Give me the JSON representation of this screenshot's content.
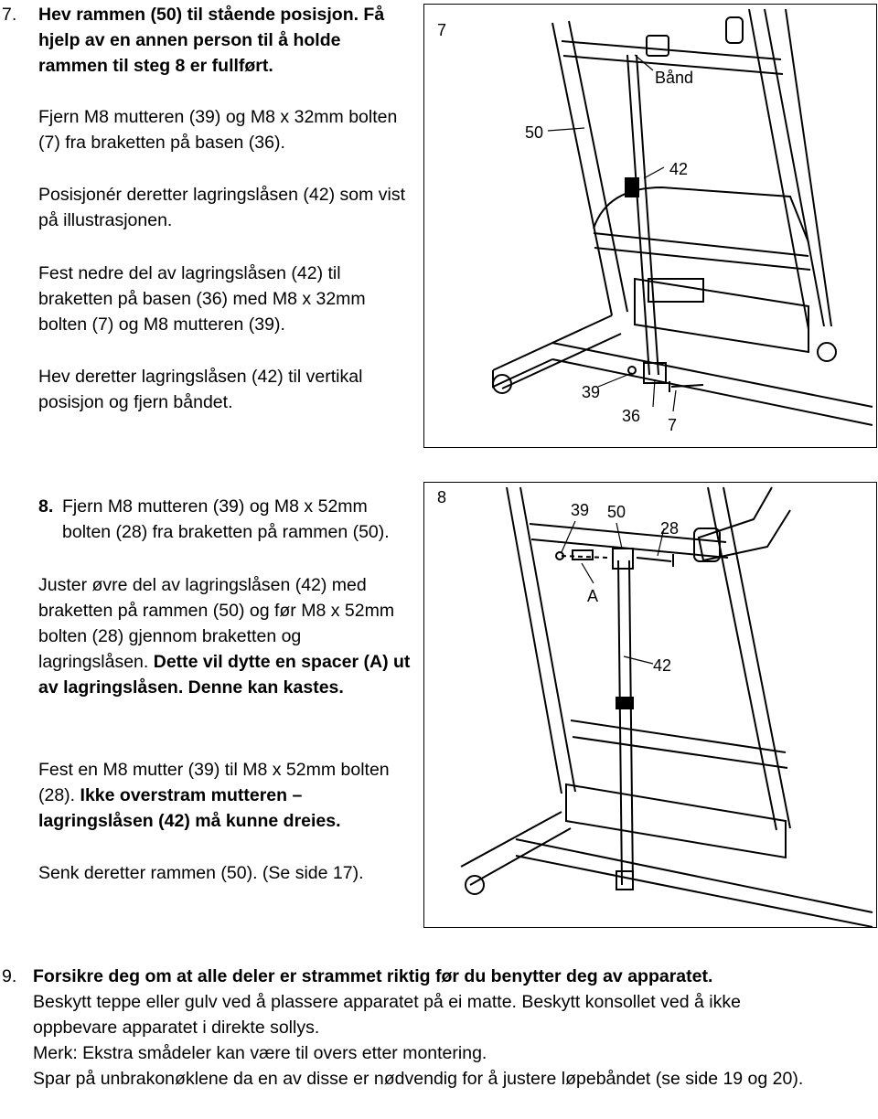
{
  "step7": {
    "number": "7.",
    "heading": "Hev rammen (50) til stående posisjon. Få hjelp av en annen person til å holde rammen til steg 8 er fullført.",
    "p1": "Fjern M8 mutteren (39) og M8 x 32mm bolten (7) fra braketten på basen (36).",
    "p2": "Posisjonér deretter lagringslåsen (42) som vist på illustrasjonen.",
    "p3": "Fest nedre del av lagringslåsen (42) til braketten på basen (36) med M8 x 32mm bolten (7) og M8 mutteren (39).",
    "p4": "Hev deretter lagringslåsen (42) til vertikal posisjon og fjern båndet.",
    "figure": {
      "number": "7",
      "labels": {
        "band": "Bånd",
        "frame": "50",
        "lock": "42",
        "nut": "39",
        "base": "36",
        "bolt": "7"
      }
    }
  },
  "step8": {
    "number": "8.",
    "p1": "Fjern M8 mutteren (39) og M8 x 52mm bolten (28) fra braketten på rammen (50).",
    "p2_normal": "Juster øvre del av lagringslåsen (42) med braketten på rammen (50) og før M8 x 52mm bolten (28) gjennom braketten og lagringslåsen.",
    "p2_bold": "Dette vil dytte en spacer (A) ut av lagringslåsen. Denne kan kastes.",
    "p3_normal": "Fest en M8 mutter (39) til M8 x 52mm bolten (28).",
    "p3_bold": "Ikke overstram mutteren – lagringslåsen (42) må kunne dreies.",
    "p4": "Senk deretter rammen (50). (Se side 17).",
    "figure": {
      "number": "8",
      "labels": {
        "nut": "39",
        "frame": "50",
        "bolt": "28",
        "spacer": "A",
        "lock": "42"
      }
    }
  },
  "step9": {
    "number": "9.",
    "heading": "Forsikre deg om at alle deler er strammet riktig før du benytter deg av apparatet.",
    "line1": "Beskytt teppe eller gulv ved å plassere apparatet på ei matte. Beskytt konsollet ved å ikke oppbevare apparatet i direkte sollys.",
    "line2": "Merk: Ekstra smådeler kan være til overs etter montering.",
    "line3": "Spar på unbrakonøklene da en av disse er nødvendig for å justere løpebåndet (se side 19 og 20)."
  }
}
